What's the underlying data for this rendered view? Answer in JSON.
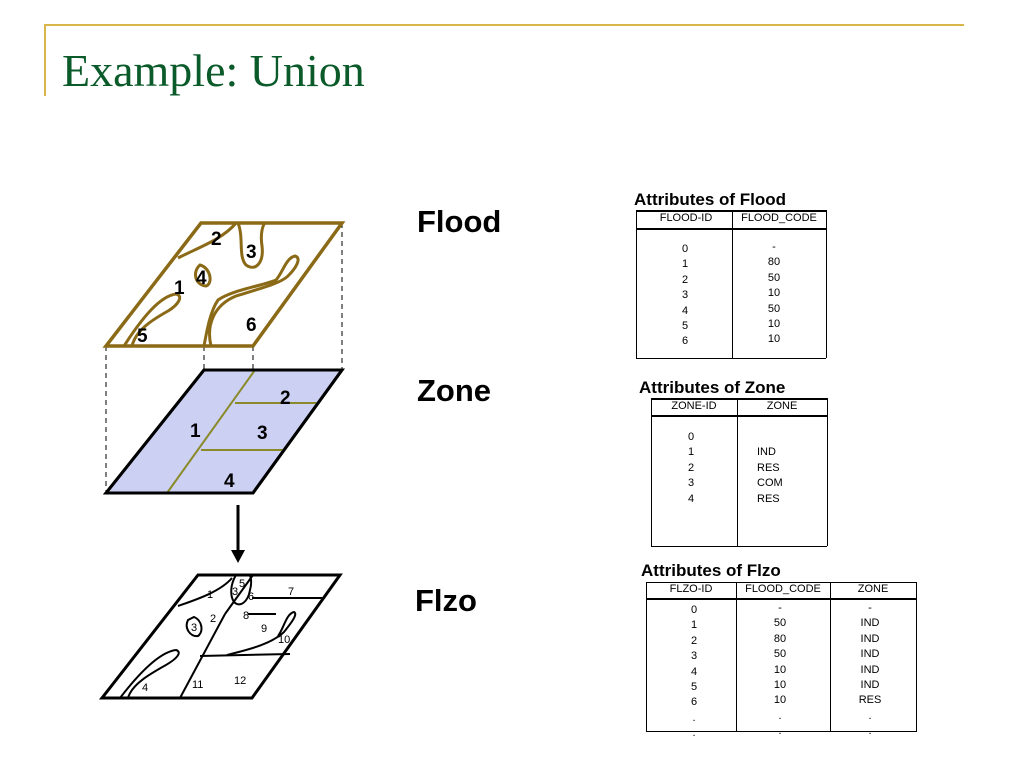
{
  "slide": {
    "title": "Example: Union"
  },
  "layers": {
    "flood": "Flood",
    "zone": "Zone",
    "flzo": "Flzo"
  },
  "flood_map": {
    "labels": [
      "2",
      "3",
      "4",
      "1",
      "5",
      "6"
    ]
  },
  "zone_map": {
    "labels": [
      "2",
      "1",
      "3",
      "4"
    ]
  },
  "flzo_map": {
    "labels": [
      "5",
      "1",
      "3",
      "6",
      "7",
      "2",
      "8",
      "3",
      "9",
      "10",
      "4",
      "11",
      "12"
    ]
  },
  "flood_table": {
    "caption": "Attributes of Flood",
    "headers": [
      "FLOOD-ID",
      "FLOOD_CODE"
    ],
    "ids": "0\n1\n2\n3\n4\n5\n6",
    "codes": "-\n80\n50\n10\n50\n10\n10"
  },
  "zone_table": {
    "caption": "Attributes of Zone",
    "headers": [
      "ZONE-ID",
      "ZONE"
    ],
    "ids": "0\n1\n2\n3\n4",
    "zones": "\nIND\nRES\nCOM\nRES"
  },
  "flzo_table": {
    "caption": "Attributes of Flzo",
    "headers": [
      "FLZO-ID",
      "FLOOD_CODE",
      "ZONE"
    ],
    "ids": "0\n1\n2\n3\n4\n5\n6\n.\n.",
    "codes": "-\n50\n80\n50\n10\n10\n10\n.\n.",
    "zones": "-\nIND\nIND\nIND\nIND\nIND\nRES\n.\n."
  },
  "colors": {
    "title": "#0b5a2a",
    "rule": "#d8b64a",
    "flood_border": "#8b6a17",
    "zone_fill": "#ccd0f2",
    "zone_line": "#8a8a2a"
  }
}
